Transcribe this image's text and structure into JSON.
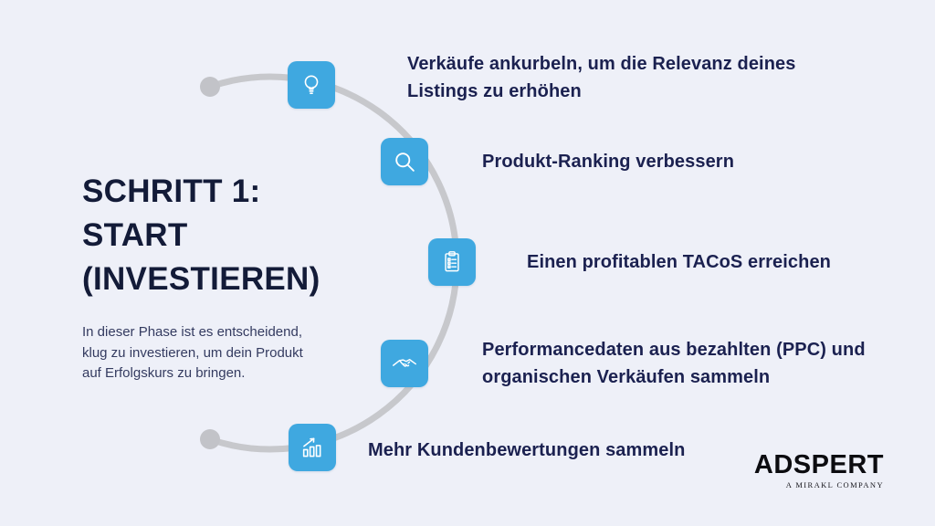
{
  "page": {
    "background": "#eef0f8",
    "accent_blue": "#3fa8e0",
    "curve_gray": "#c7c8cc",
    "title_color": "#131b38",
    "text_color": "#1b2150"
  },
  "title": {
    "lines": [
      "SCHRITT 1:",
      "START",
      "(INVESTIEREN)"
    ]
  },
  "description": "In dieser Phase ist es entscheidend, klug zu investieren, um dein Produkt auf Erfolgskurs zu bringen.",
  "steps": [
    {
      "icon": "lightbulb-icon",
      "label": "Verkäufe ankurbeln, um die Relevanz deines Listings zu erhöhen"
    },
    {
      "icon": "search-icon",
      "label": "Produkt-Ranking verbessern"
    },
    {
      "icon": "checklist-icon",
      "label": "Einen profitablen TACoS erreichen"
    },
    {
      "icon": "handshake-icon",
      "label": "Performancedaten aus bezahlten (PPC) und organischen Verkäufen sammeln"
    },
    {
      "icon": "bar-chart-icon",
      "label": "Mehr Kundenbewertungen sammeln"
    }
  ],
  "logo": {
    "name": "ADSPERT",
    "tagline": "A MIRAKL COMPANY"
  }
}
